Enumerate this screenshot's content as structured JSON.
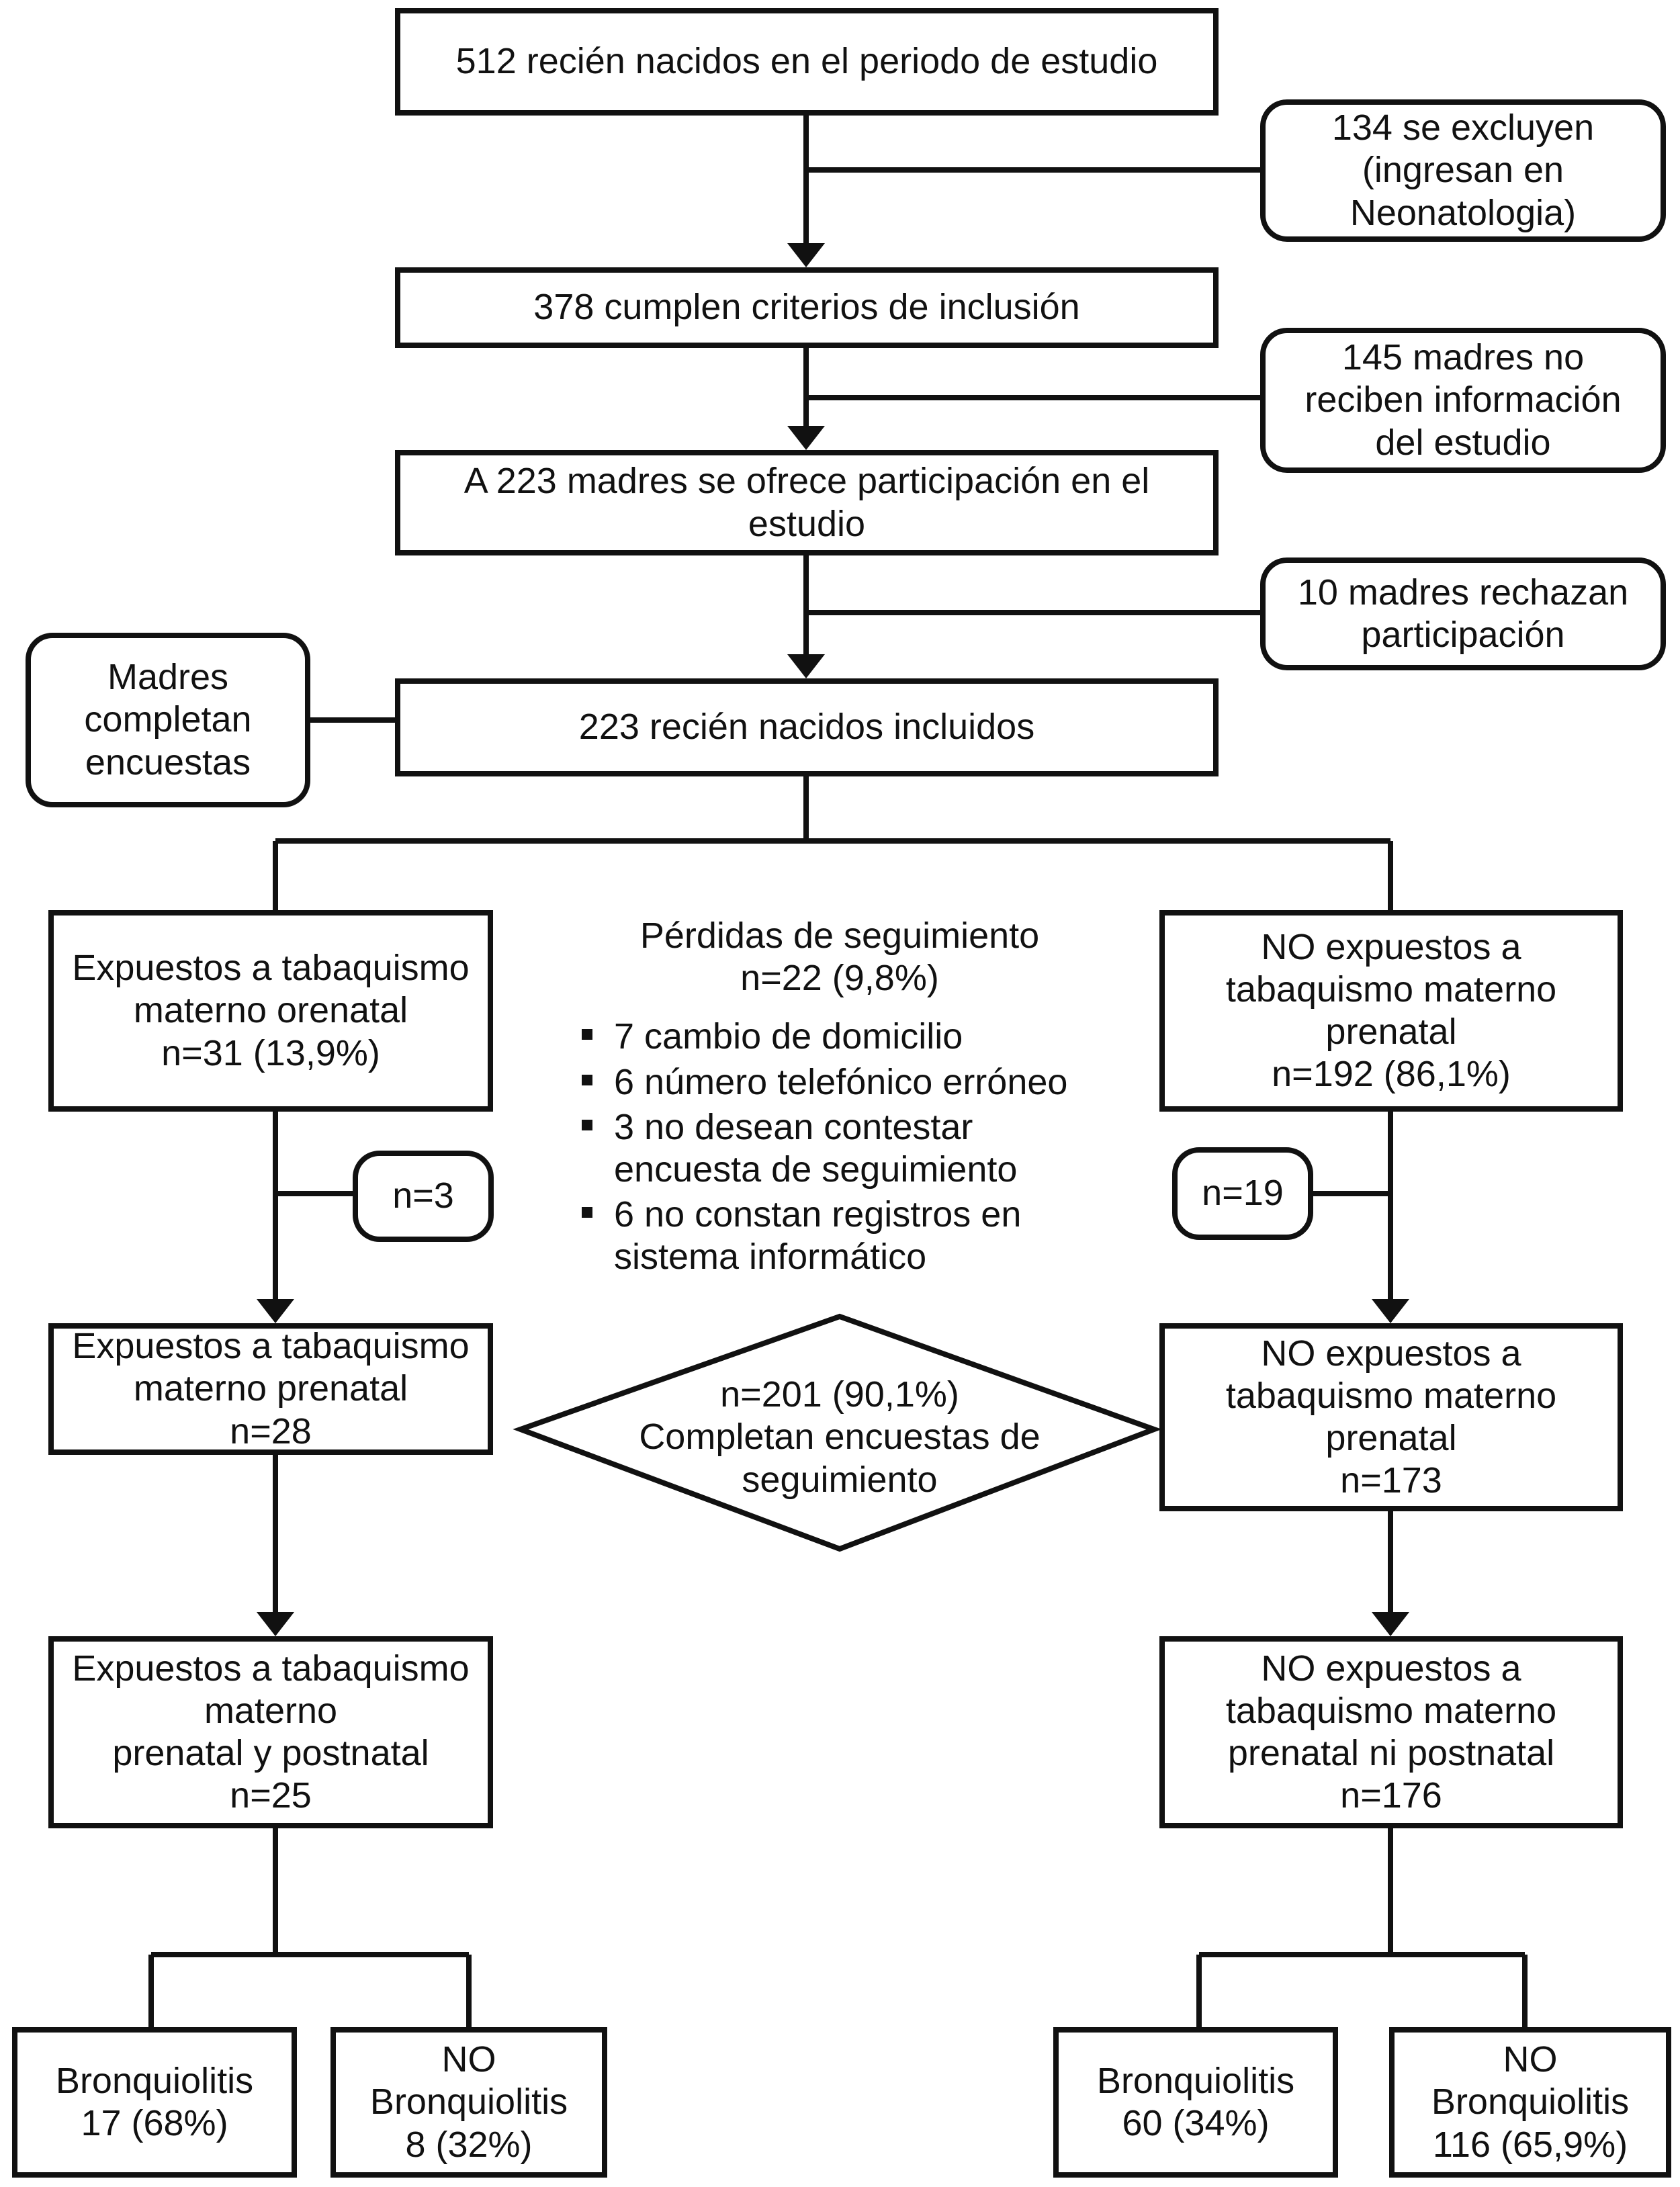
{
  "flow": {
    "start": [
      "512 recién nacidos en el periodo de estudio"
    ],
    "excl1": [
      "134 se excluyen",
      "(ingresan en",
      "Neonatologia)"
    ],
    "criteria": [
      "378 cumplen criterios de inclusión"
    ],
    "excl2": [
      "145 madres no",
      "reciben información",
      "del estudio"
    ],
    "offer": [
      "A 223 madres se ofrece participación en el",
      "estudio"
    ],
    "excl3": [
      "10 madres rechazan",
      "participación"
    ],
    "survey": [
      "Madres",
      "completan",
      "encuestas"
    ],
    "included": [
      "223 recién nacidos incluidos"
    ]
  },
  "left": {
    "exposed": [
      "Expuestos a tabaquismo",
      "materno orenatal",
      "n=31 (13,9%)"
    ],
    "lost": "n=3",
    "exposed_prenatal": [
      "Expuestos a tabaquismo",
      "materno prenatal",
      "n=28"
    ],
    "exposed_post": [
      "Expuestos a tabaquismo",
      "materno",
      "prenatal y postnatal",
      "n=25"
    ],
    "bronq": [
      "Bronquiolitis",
      "17 (68%)"
    ],
    "no_bronq": [
      "NO",
      "Bronquiolitis",
      "8 (32%)"
    ]
  },
  "right": {
    "not_exposed": [
      "NO expuestos a",
      "tabaquismo materno",
      "prenatal",
      "n=192 (86,1%)"
    ],
    "lost": "n=19",
    "not_exposed_prenatal": [
      "NO expuestos a",
      "tabaquismo materno",
      "prenatal",
      "n=173"
    ],
    "not_exposed_post": [
      "NO expuestos a",
      "tabaquismo materno",
      "prenatal ni postnatal",
      "n=176"
    ],
    "bronq": [
      "Bronquiolitis",
      "60 (34%)"
    ],
    "no_bronq": [
      "NO",
      "Bronquiolitis",
      "116 (65,9%)"
    ]
  },
  "losses": {
    "title": "Pérdidas de seguimiento",
    "total": "n=22 (9,8%)",
    "items": [
      [
        "7 cambio de domicilio"
      ],
      [
        "6 número telefónico erróneo"
      ],
      [
        "3 no desean contestar",
        "encuesta de seguimiento"
      ],
      [
        "6 no constan registros en",
        "sistema informático"
      ]
    ]
  },
  "followup": [
    "n=201 (90,1%)",
    "Completan encuestas de",
    "seguimiento"
  ]
}
